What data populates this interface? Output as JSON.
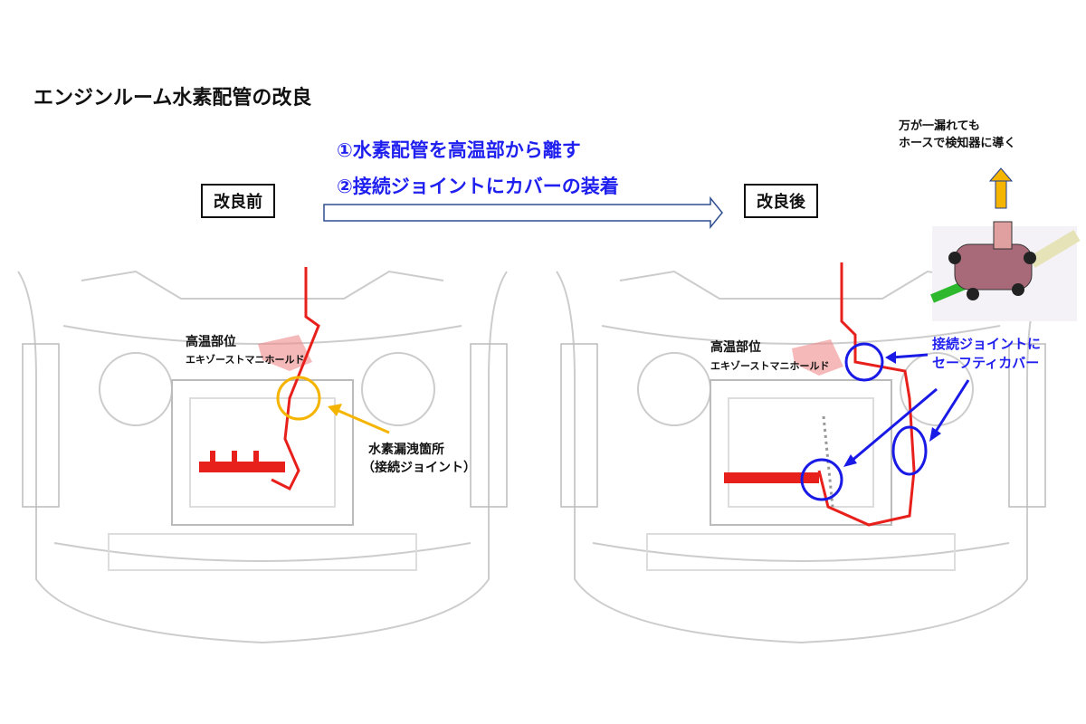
{
  "title": "エンジンルーム水素配管の改良",
  "before_label": "改良前",
  "after_label": "改良後",
  "improvements": [
    "①水素配管を高温部から離す",
    "②接続ジョイントにカバーの装着"
  ],
  "hot_zone": {
    "title": "高温部位",
    "subtitle": "エキゾーストマニホールド"
  },
  "leak_point": {
    "line1": "水素漏洩箇所",
    "line2": "（接続ジョイント）"
  },
  "cover_note": {
    "line1": "接続ジョイントに",
    "line2": "セーフティカバー"
  },
  "hose_note": {
    "line1": "万が一漏れても",
    "line2": "ホースで検知器に導く"
  },
  "colors": {
    "pipe": "#e8201c",
    "highlight_before": "#f5b400",
    "highlight_after": "#1a1ae6",
    "text_blue": "#1f1fef"
  }
}
